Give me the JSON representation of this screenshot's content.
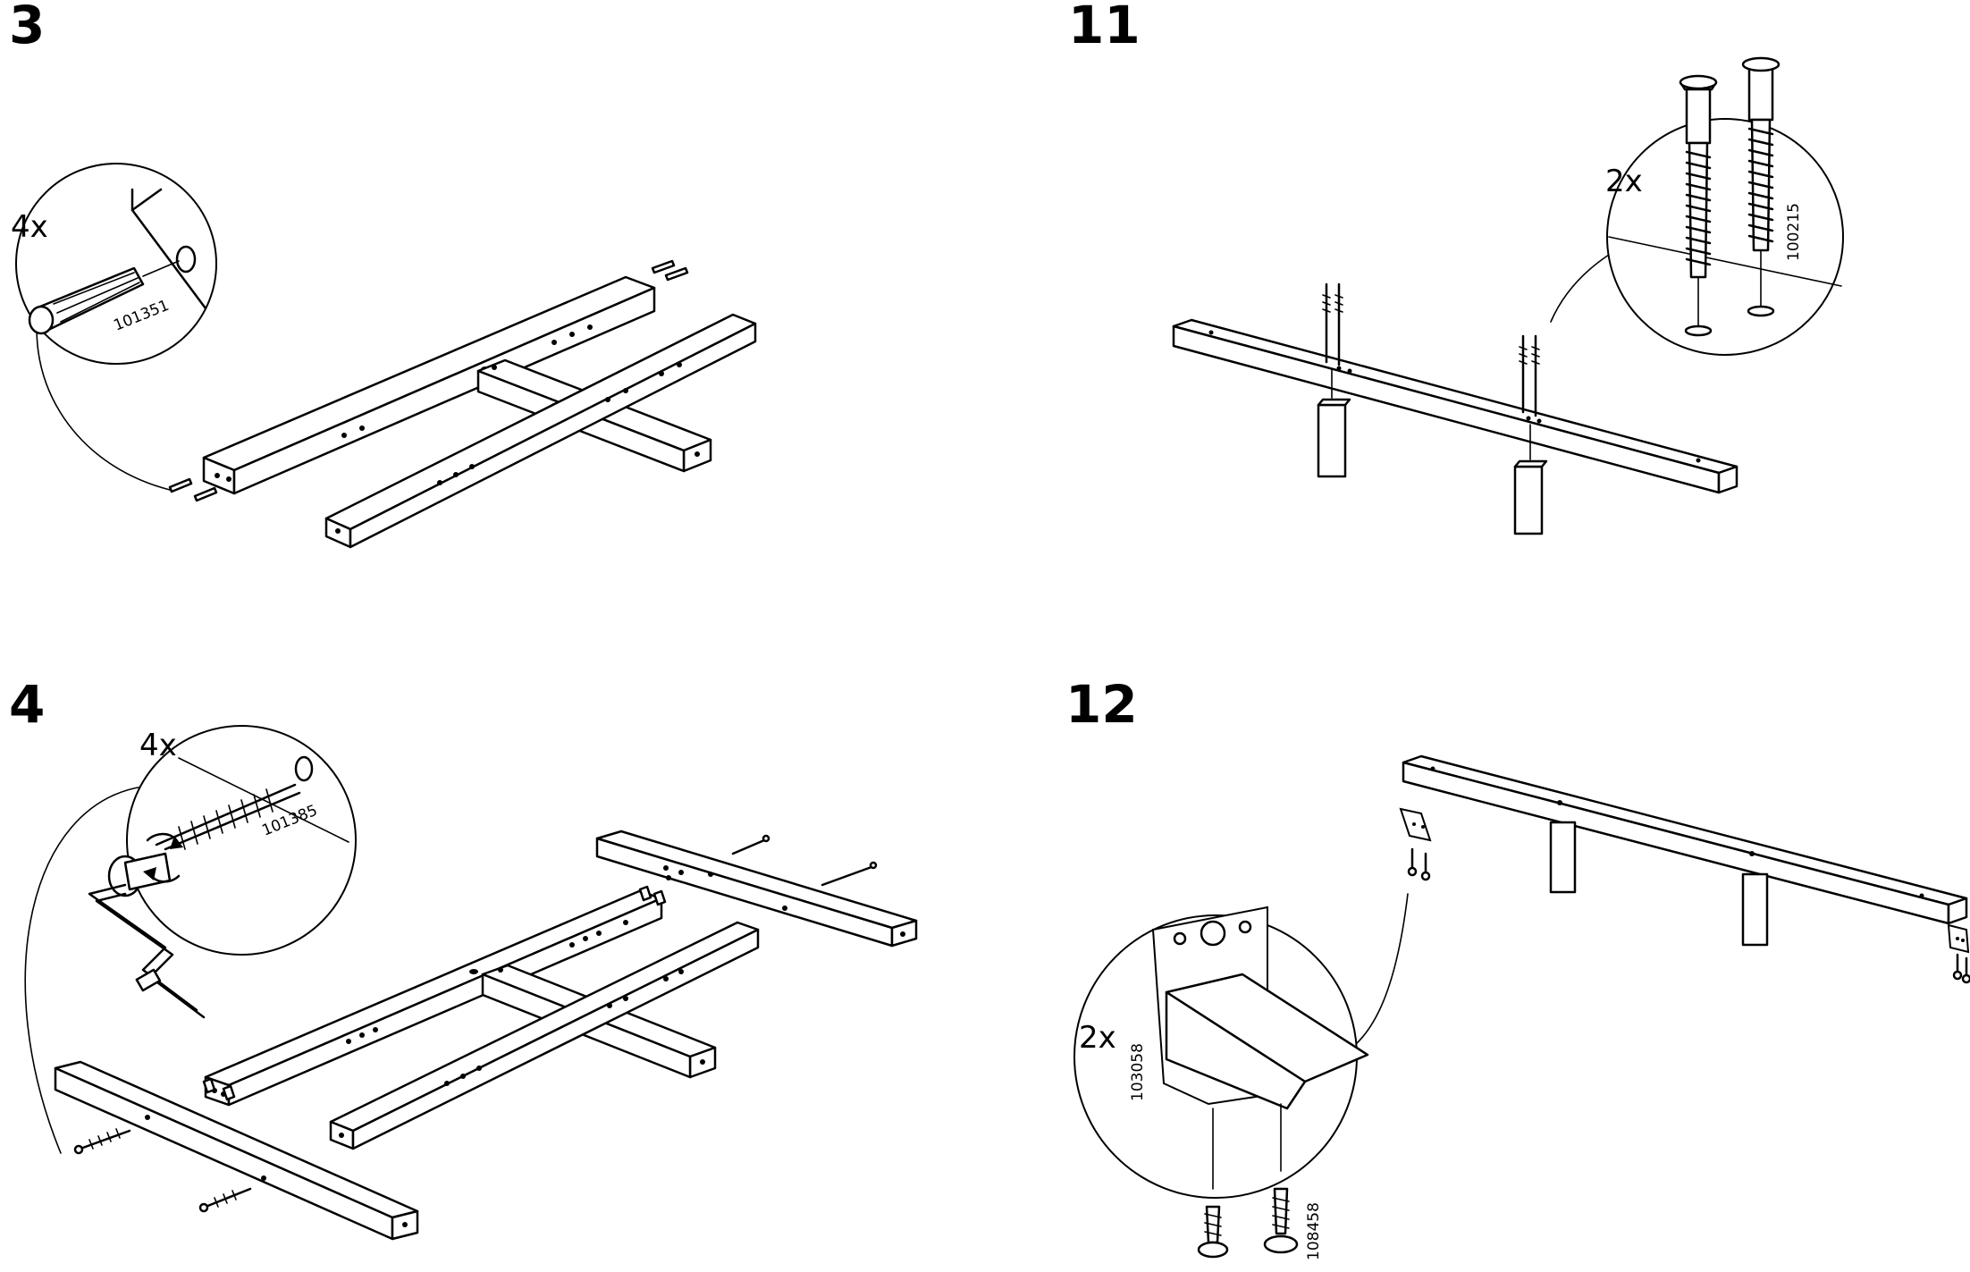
{
  "steps": [
    {
      "number": "3",
      "quantity": "4x",
      "part_number": "101351"
    },
    {
      "number": "11",
      "quantity": "2x",
      "part_number": "100215"
    },
    {
      "number": "4",
      "quantity": "4x",
      "part_number": "101385"
    },
    {
      "number": "12",
      "quantity": "2x",
      "part_numbers": [
        "103058",
        "108458"
      ]
    }
  ],
  "icons": {
    "dowel": "dowel-icon",
    "bolt": "bolt-icon",
    "allen_key": "allen-key-icon",
    "screw": "screw-icon",
    "bracket": "angle-bracket-icon",
    "rotate": "rotate-arrow-icon"
  }
}
